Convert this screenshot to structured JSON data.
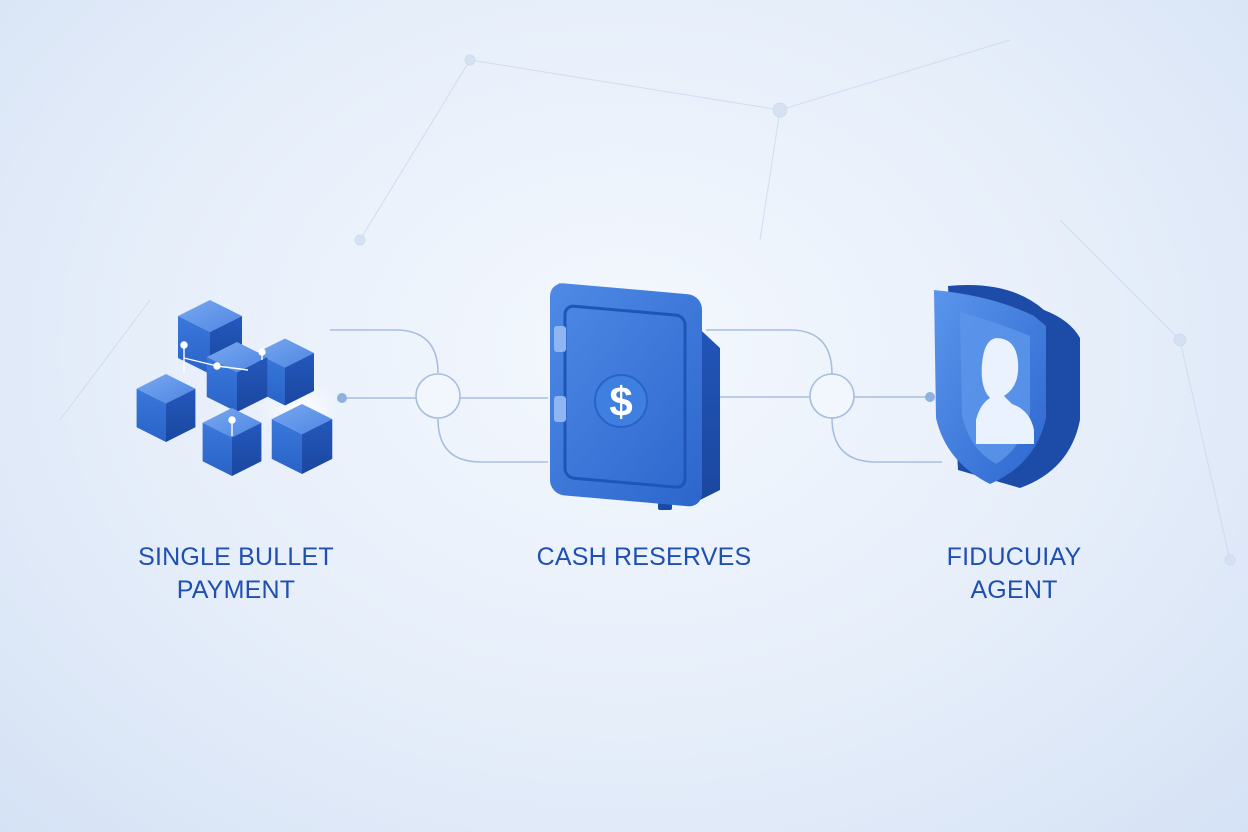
{
  "nodes": [
    {
      "id": "payment",
      "label_line1": "SINGLE BULLET",
      "label_line2": "PAYMENT",
      "icon": "cubes-icon"
    },
    {
      "id": "reserves",
      "label_line1": "CASH RESERVES",
      "icon": "safe-icon",
      "symbol": "$"
    },
    {
      "id": "agent",
      "label_line1": "FIDUCUIAY",
      "label_line2": "AGENT",
      "icon": "shield-person-icon"
    }
  ],
  "colors": {
    "primary": "#2f6fd6",
    "primary_dark": "#1f4fb0",
    "primary_light": "#5b93ea",
    "connector": "#a8bfe0",
    "background": "#e6eefa"
  }
}
